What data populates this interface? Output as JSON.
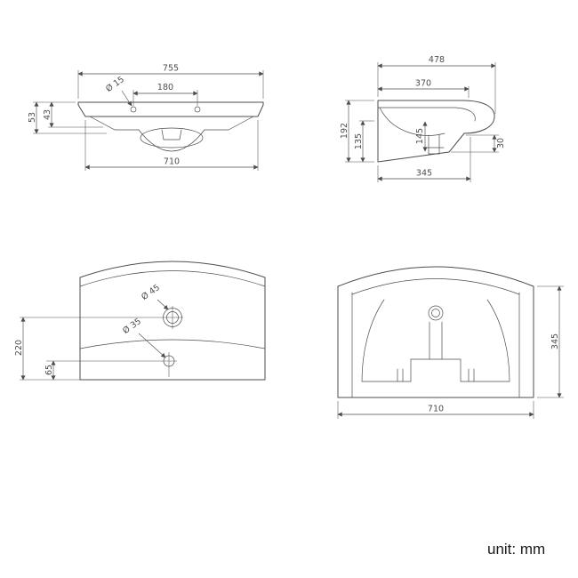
{
  "unit_label": "unit: mm",
  "views": {
    "top_view": {
      "overall_width": "755",
      "faucet_hole_diameter": "Ø 15",
      "faucet_hole_spacing": "180",
      "rim_height_outer": "53",
      "rim_height_inner": "43",
      "bottom_width": "710"
    },
    "side_view": {
      "overall_depth": "478",
      "top_depth": "370",
      "overall_height": "192",
      "bowl_height": "135",
      "drain_height": "145",
      "bottom_depth": "345",
      "front_lip_height": "30"
    },
    "front_view": {
      "faucet_hole_diameter": "Ø 45",
      "overflow_hole_diameter": "Ø 35",
      "faucet_center_from_bottom": "220",
      "overflow_center_from_bottom": "65"
    },
    "rear_view": {
      "height": "345",
      "width": "710"
    }
  }
}
